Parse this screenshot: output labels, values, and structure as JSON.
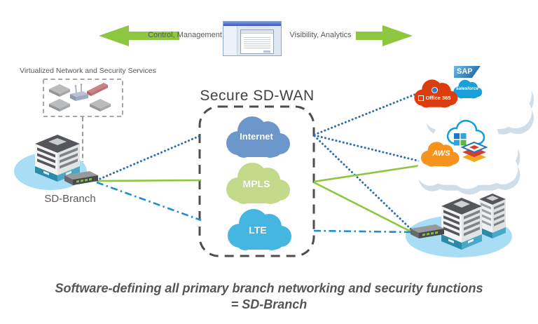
{
  "header": {
    "control_label": "Control, Management",
    "visibility_label": "Visibility, Analytics"
  },
  "services_box": {
    "title": "Virtualized Network and Security Services"
  },
  "branch": {
    "label": "SD-Branch"
  },
  "sdwan": {
    "title": "Secure SD-WAN",
    "clouds": [
      {
        "label": "Internet",
        "color": "#6b97cb"
      },
      {
        "label": "MPLS",
        "color": "#c4da8b"
      },
      {
        "label": "LTE",
        "color": "#45b6e2"
      }
    ]
  },
  "saas_cloud": {
    "sap_label": "SAP",
    "salesforce_label": "salesforce",
    "office365_label": "Office 365"
  },
  "iaas_cloud": {
    "aws_label": "AWS"
  },
  "caption": {
    "line1": "Software-defining all primary branch networking and security functions",
    "line2": "= SD-Branch"
  },
  "icons": {
    "left_arrow": "fat-green-arrow-left",
    "right_arrow": "fat-green-arrow-right",
    "management_console": "app-window-thumbnail",
    "services": [
      "appliance-slab",
      "appliance-slab",
      "wifi-router",
      "firewall-slab",
      "appliance-slab"
    ],
    "azure": "outlined-cloud-with-grid",
    "stack": "layered-stack"
  },
  "colors": {
    "accent_green": "#8dc63f",
    "dotted_link_blue": "#2a6db5",
    "dashdot_link_blue": "#1d8fcc",
    "internet_cloud": "#6b97cb",
    "mpls_cloud": "#c4da8b",
    "lte_cloud": "#45b6e2",
    "platform_blue": "#a9dcf5",
    "office365_red": "#dc3d0e",
    "aws_orange": "#f6921e",
    "salesforce_blue": "#18a0db",
    "sap_blue": "#1a72b8",
    "text_gray": "#58595b"
  }
}
